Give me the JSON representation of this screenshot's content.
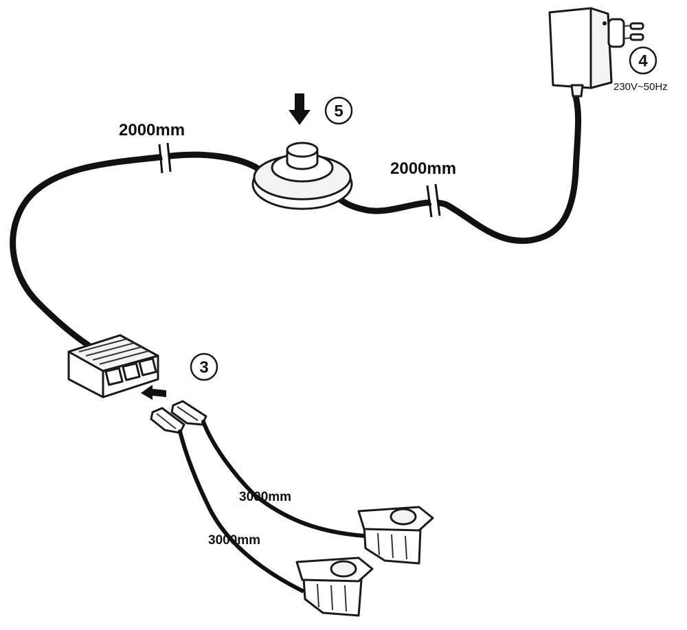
{
  "labels": {
    "cable_left_length": "2000mm",
    "cable_right_length": "2000mm",
    "sensor_cable_1_length": "3000mm",
    "sensor_cable_2_length": "3000mm",
    "adapter_voltage": "230V~50Hz"
  },
  "badges": {
    "adapter": "4",
    "switch": "5",
    "splitter": "3"
  }
}
